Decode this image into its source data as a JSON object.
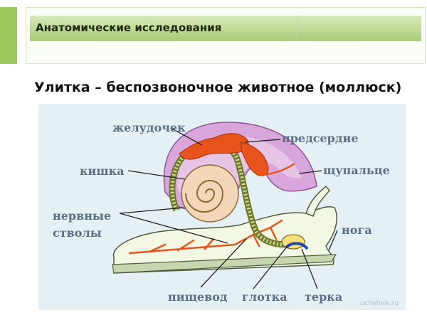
{
  "header": {
    "title": "Анатомические исследования"
  },
  "slide": {
    "title": "Улитка – беспозвоночное животное (моллюск)"
  },
  "diagram": {
    "labels": {
      "stomach": "желудочек",
      "atrium": "предсердие",
      "intestine": "кишка",
      "tentacle": "щупальце",
      "nerve_cords": "нервные\nстволы",
      "foot": "нога",
      "esophagus": "пищевод",
      "pharynx": "глотка",
      "radula": "терка"
    },
    "watermark": "uchebnik.ru"
  },
  "colors": {
    "accent": "#9cc95c",
    "label": "#5c6f86",
    "organs": "#e8531c",
    "shell": "#d9a6dc",
    "body": "#f2f8e4"
  }
}
